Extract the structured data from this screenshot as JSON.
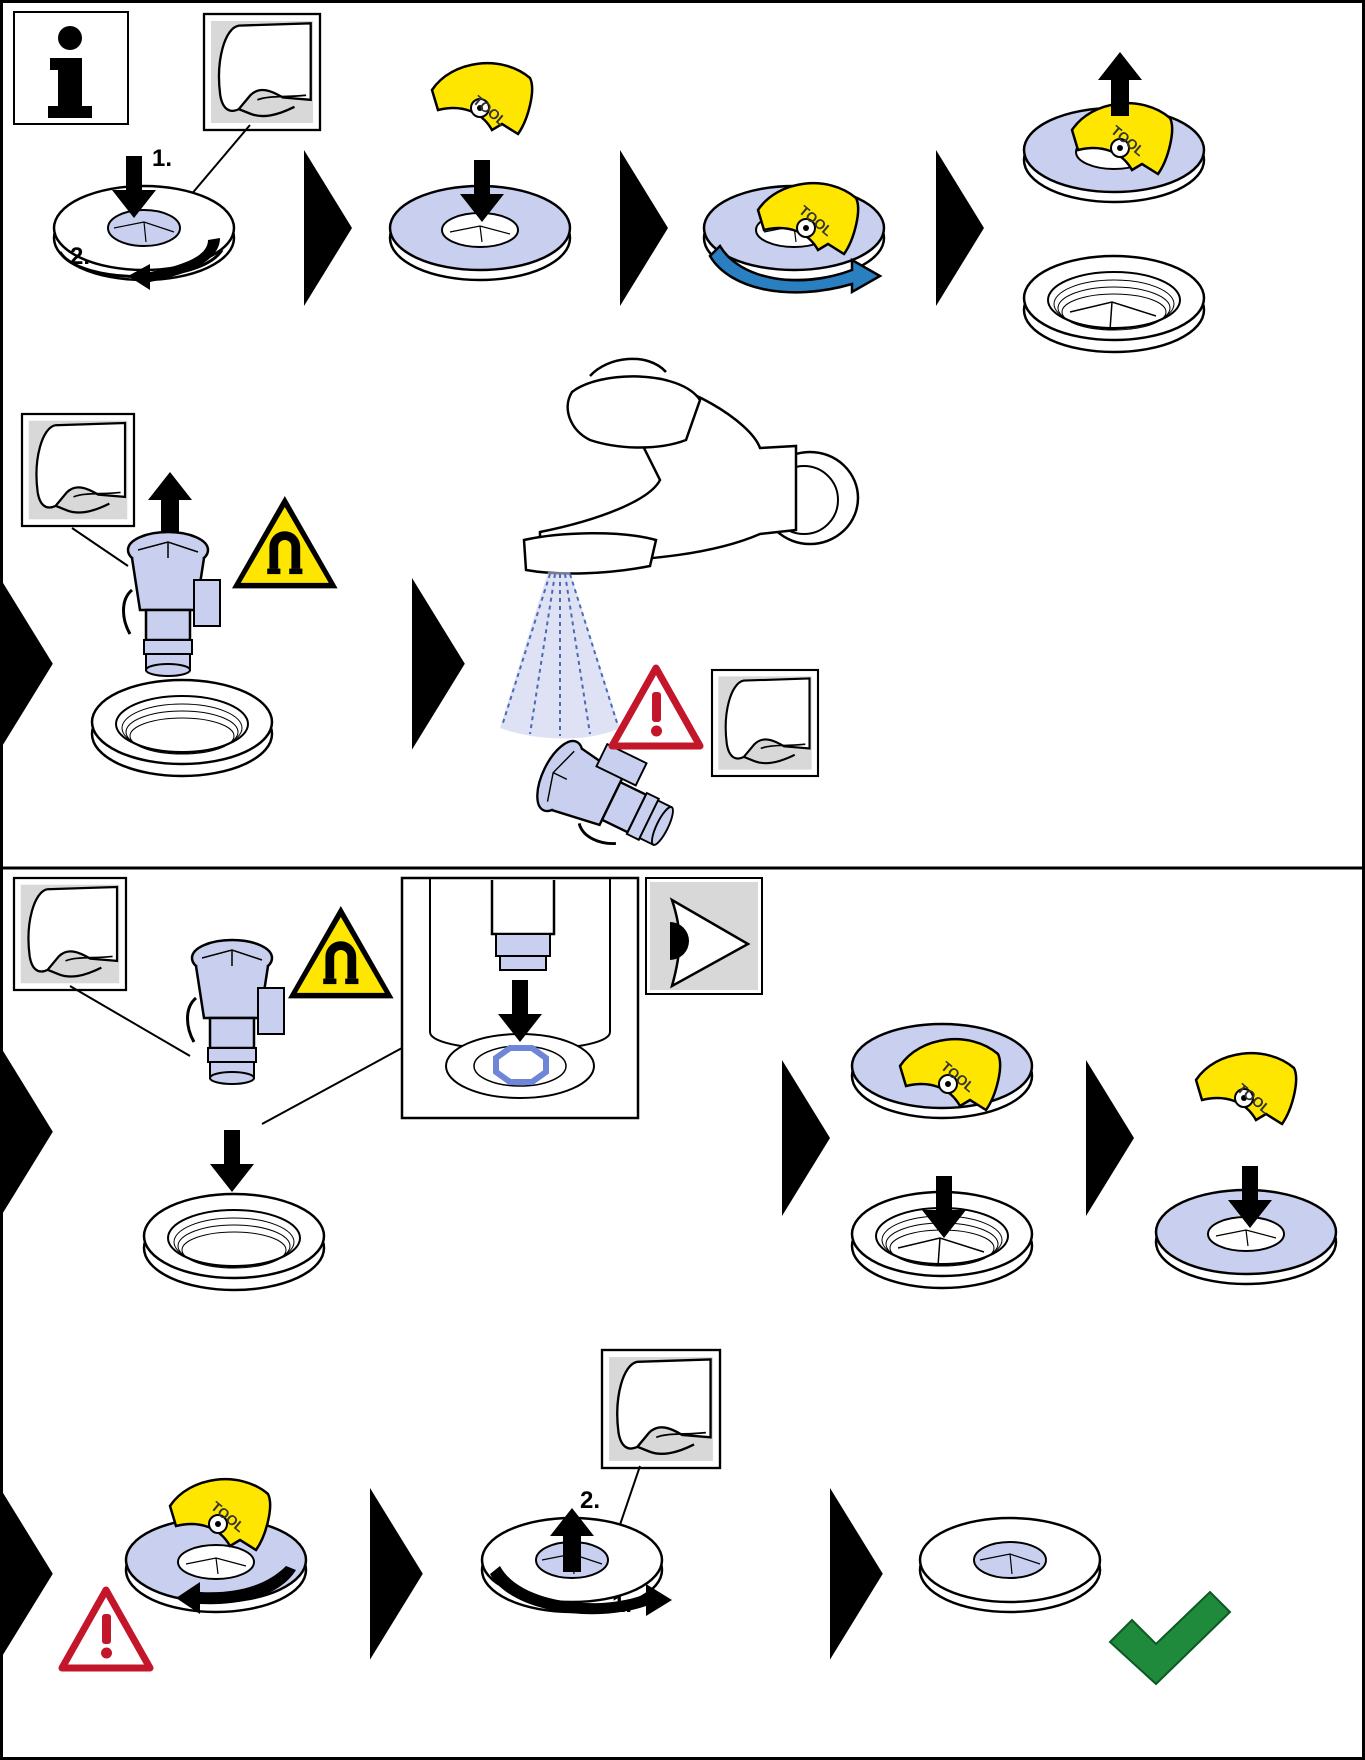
{
  "colors": {
    "disc_blue": "#c9cfee",
    "tool_yellow": "#ffe600",
    "warning_red": "#c4162a",
    "warning_yellow": "#ffe600",
    "check_green": "#1f8a3c",
    "outline": "#000000",
    "hand_panel_gray": "#d8d8d8"
  },
  "icons": [
    "info-icon",
    "hand-icon",
    "tool-key-icon",
    "magnet-warning-icon",
    "caution-icon",
    "eye-icon",
    "check-icon"
  ],
  "labels": {
    "step1": "1.",
    "step2": "2.",
    "tool": "TOOL"
  }
}
